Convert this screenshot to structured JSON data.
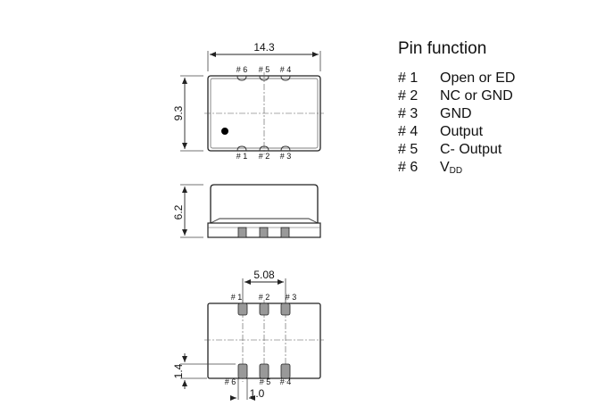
{
  "pin_function": {
    "title": "Pin function",
    "pins": [
      {
        "num": "# 1",
        "desc": "Open or ED"
      },
      {
        "num": "# 2",
        "desc": "NC or GND"
      },
      {
        "num": "# 3",
        "desc": "GND"
      },
      {
        "num": "# 4",
        "desc": "Output"
      },
      {
        "num": "# 5",
        "desc": "C- Output"
      },
      {
        "num": "# 6",
        "desc": "V",
        "sub": "DD"
      }
    ]
  },
  "top_view": {
    "width_dim": "14.3",
    "height_dim": "9.3",
    "top_pins": [
      "# 6",
      "# 5",
      "# 4"
    ],
    "bottom_pins": [
      "# 1",
      "# 2",
      "# 3"
    ]
  },
  "side_view": {
    "height_dim": "6.2"
  },
  "bottom_view": {
    "pitch_dim": "5.08",
    "pad_length_dim": "1.4",
    "pad_width_dim": "1.0",
    "top_pins": [
      "# 1",
      "# 2",
      "# 3"
    ],
    "bottom_pins": [
      "# 6",
      "# 5",
      "# 4"
    ]
  }
}
